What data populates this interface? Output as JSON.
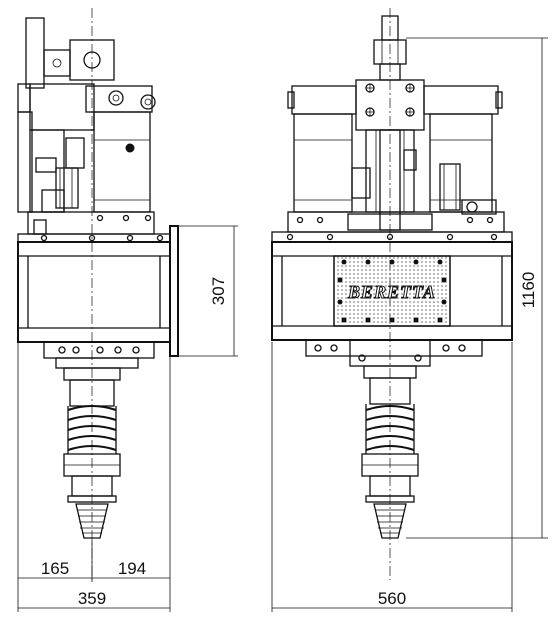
{
  "brand_label": "BERETTA",
  "dimensions": {
    "side_flange_height": "307",
    "front_total_height": "1160",
    "side_left_offset": "165",
    "side_right_offset": "194",
    "side_total_width": "359",
    "front_total_width": "560"
  },
  "colors": {
    "line": "#111111",
    "background": "#ffffff"
  }
}
